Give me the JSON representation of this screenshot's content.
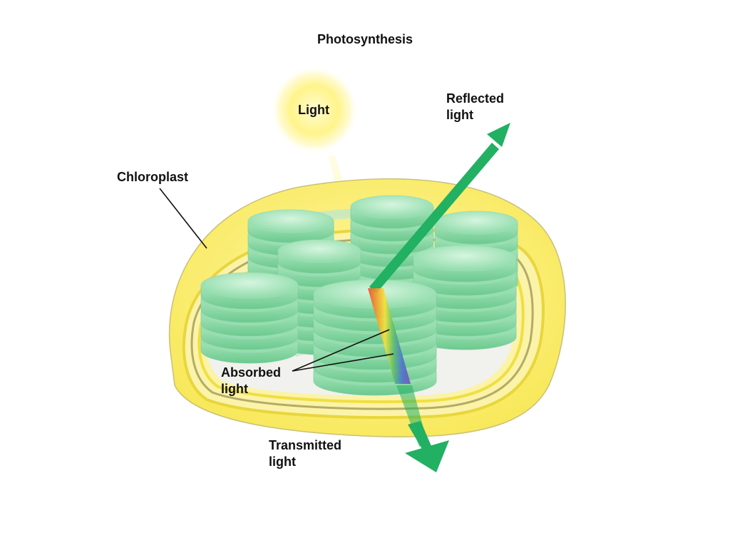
{
  "title": "Photosynthesis",
  "labels": {
    "light": "Light",
    "reflected_line1": "Reflected",
    "reflected_line2": "light",
    "chloroplast": "Chloroplast",
    "absorbed_line1": "Absorbed",
    "absorbed_line2": "light",
    "transmitted_line1": "Transmitted",
    "transmitted_line2": "light"
  },
  "colors": {
    "background": "#ffffff",
    "sun_glow": "#fff59a",
    "envelope": "#fdf07a",
    "membrane": "#f2e23a",
    "stroma": "#f3f3f0",
    "thylakoid": "#8fdcaa",
    "arrow": "#22b062",
    "text": "#111111"
  },
  "icons": [
    "sun-glow-icon",
    "reflected-arrow-icon",
    "transmitted-arrow-icon",
    "spectrum-beam-icon"
  ]
}
